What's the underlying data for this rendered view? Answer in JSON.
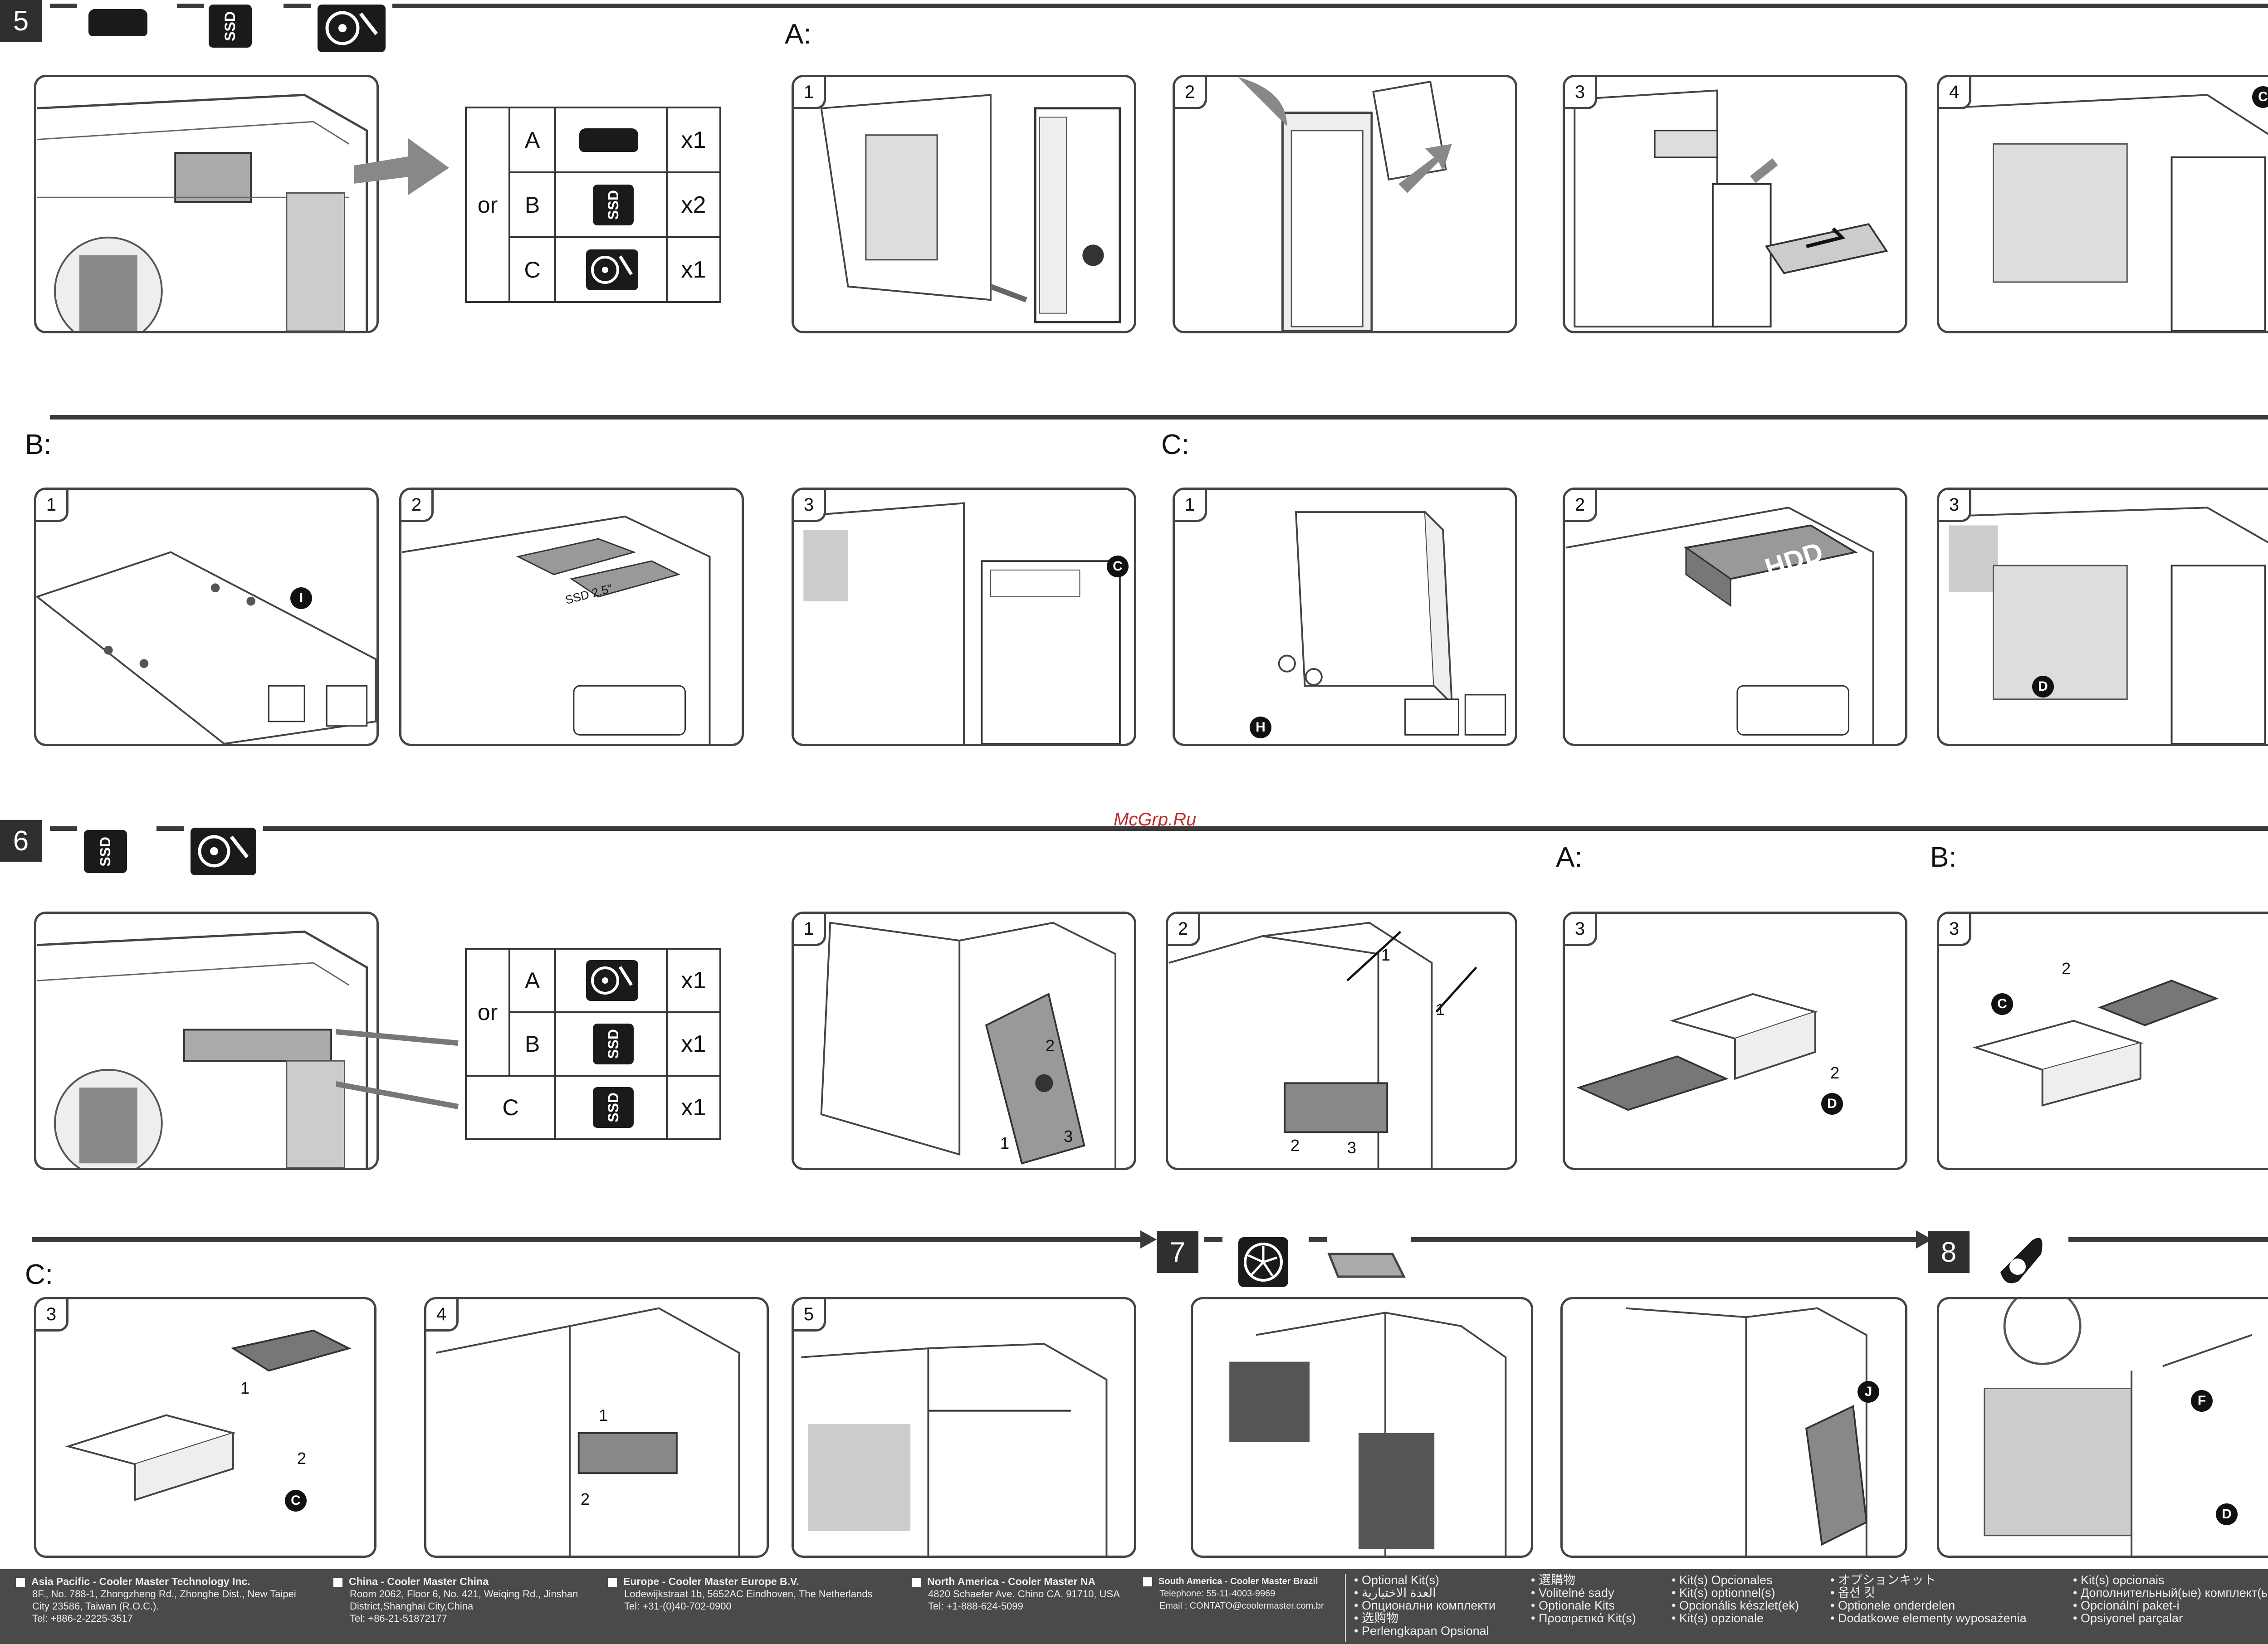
{
  "sections": {
    "s5": {
      "num": "5",
      "a": "A:",
      "b": "B:",
      "c": "C:"
    },
    "s6": {
      "num": "6",
      "a": "A:",
      "b": "B:",
      "c": "C:"
    },
    "s7": {
      "num": "7"
    },
    "s8": {
      "num": "8"
    }
  },
  "ssd_label": "SSD",
  "hdd_label": "HDD",
  "ssd25_label": "SSD 2.5\"",
  "table5": {
    "or": "or",
    "rows": [
      {
        "k": "A",
        "q": "x1"
      },
      {
        "k": "B",
        "q": "x2"
      },
      {
        "k": "C",
        "q": "x1"
      }
    ]
  },
  "table6": {
    "or": "or",
    "rows": [
      {
        "k": "A",
        "q": "x1"
      },
      {
        "k": "B",
        "q": "x1"
      },
      {
        "k": "C",
        "q": "x1"
      }
    ]
  },
  "panels": {
    "p5a": [
      "1",
      "2",
      "3",
      "4"
    ],
    "p5b": [
      "1",
      "2",
      "3"
    ],
    "p5c": [
      "1",
      "2",
      "3"
    ],
    "p6": [
      "1",
      "2",
      "3",
      "3"
    ],
    "p6c": [
      "3",
      "4",
      "5"
    ]
  },
  "markers": {
    "C": "C",
    "I": "I",
    "H": "H",
    "D": "D",
    "J": "J",
    "F": "F"
  },
  "step_labels": {
    "one": "1",
    "two": "2",
    "three": "3"
  },
  "watermark": "McGrp.Ru",
  "footer": {
    "asia": {
      "title": "Asia Pacific - Cooler Master Technology Inc.",
      "l1": "8F., No. 788-1, Zhongzheng Rd., Zhonghe Dist., New Taipei",
      "l2": "City 23586, Taiwan (R.O.C.).",
      "l3": "Tel: +886-2-2225-3517"
    },
    "china": {
      "title": "China - Cooler Master China",
      "l1": "Room 2062, Floor 6, No. 421, Weiqing Rd., Jinshan",
      "l2": "District,Shanghai City,China",
      "l3": "Tel: +86-21-51872177"
    },
    "europe": {
      "title": "Europe - Cooler Master Europe B.V.",
      "l1": "Lodewijkstraat 1b, 5652AC Eindhoven, The Netherlands",
      "l2": "Tel: +31-(0)40-702-0900"
    },
    "na": {
      "title": "North America - Cooler Master NA",
      "l1": "4820 Schaefer Ave. Chino CA. 91710, USA",
      "l2": "Tel: +1-888-624-5099"
    },
    "sa": {
      "title": "South America - Cooler Master Brazil",
      "l1": "Telephone: 55-11-4003-9969",
      "l2": "Email : CONTATO@coolermaster.com.br"
    },
    "kits": [
      [
        "• Optional Kit(s)",
        "• اﻟﻌﺪة اﻻﺧﺘﻴﺎرﻳﺔ",
        "• Опционални комплекти",
        "• 选购物",
        "• Perlengkapan Opsional"
      ],
      [
        "• 選購物",
        "• Volitelné sady",
        "• Optionale Kits",
        "• Προαιρετικά Kit(s)"
      ],
      [
        "• Kit(s) Opcionales",
        "• Kit(s) optionnel(s)",
        "• Opcionális készlet(ek)",
        "• Kit(s) opzionale"
      ],
      [
        "• オプションキット",
        "• 옵션 킷",
        "• Optionele onderdelen",
        "• Dodatkowe elementy wyposażenia"
      ],
      [
        "• Kit(s) opcionais",
        "• Дополнительный(ые) комплект(ы)",
        "• Opcionální paket-i",
        "• Opsiyonel parçalar"
      ]
    ]
  }
}
